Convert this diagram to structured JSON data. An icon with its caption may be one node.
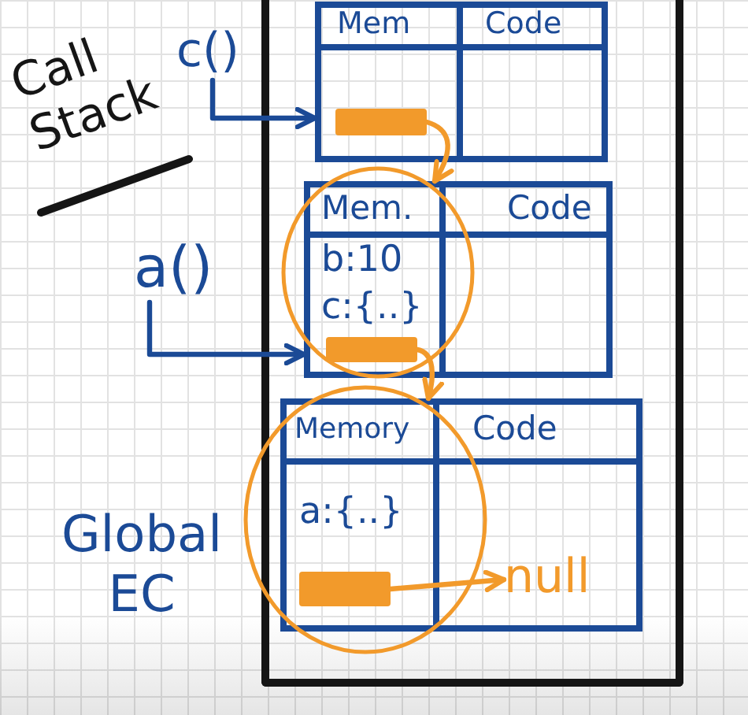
{
  "diagram": {
    "nodes": [
      {
        "text": [],
        "shape": "box"
      },
      {
        "text": [
          "c()"
        ]
      },
      {
        "text": [
          "Mem"
        ],
        "in": 0
      },
      {
        "text": [
          "Code"
        ],
        "in": 0
      },
      {
        "text": [],
        "shape": "bar",
        "in": 2
      },
      {
        "text": [
          "a()"
        ]
      },
      {
        "text": [
          "Mem.",
          "b:10",
          "c:{..}"
        ],
        "in": 0
      },
      {
        "text": [
          "Code"
        ],
        "in": 0
      },
      {
        "text": [],
        "shape": "bar",
        "in": 6
      },
      {
        "text": [
          "Memory",
          "a:{..}"
        ],
        "in": 0
      },
      {
        "text": [
          "Code"
        ],
        "in": 0
      },
      {
        "text": [],
        "shape": "bar",
        "in": 9
      },
      {
        "text": [
          "null"
        ],
        "in": 10
      }
    ],
    "edges": [
      {
        "from": 1,
        "to": 2,
        "arrow": "to",
        "color": "#1b4a96"
      },
      {
        "from": 5,
        "to": 6,
        "arrow": "to",
        "color": "#1b4a96"
      },
      {
        "from": 4,
        "to": 6,
        "arrow": "to"
      },
      {
        "from": 8,
        "to": 9,
        "arrow": "to"
      },
      {
        "from": 11,
        "to": 12,
        "arrow": "to"
      }
    ],
    "labels": [
      "Call Stack",
      "Global EC"
    ]
  }
}
